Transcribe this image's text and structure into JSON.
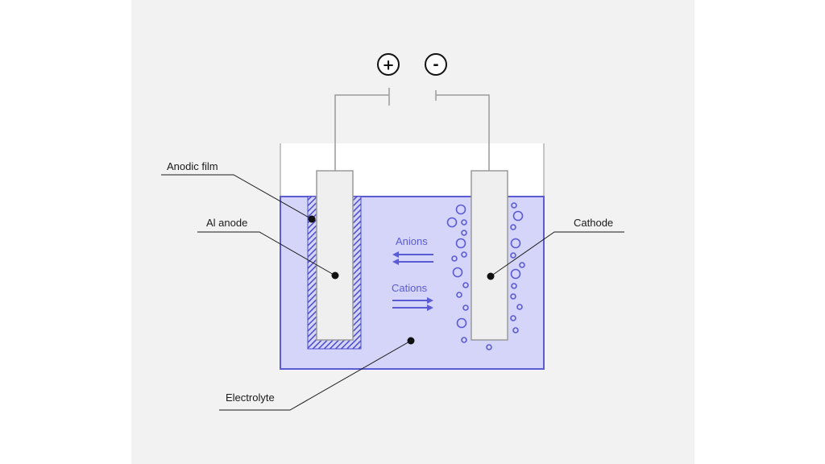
{
  "terminals": {
    "positive": "+",
    "negative": "-"
  },
  "labels": {
    "anodic_film": "Anodic film",
    "al_anode": "Al anode",
    "cathode": "Cathode",
    "electrolyte": "Electrolyte",
    "anions": "Anions",
    "cations": "Cations"
  },
  "colors": {
    "background": "#f2f2f2",
    "electrolyte_fill": "#d4d5f8",
    "accent": "#5b5bd6",
    "electrode_fill": "#efefef",
    "wire": "#9a9a9a",
    "leader": "#1b1b1b"
  },
  "flow": {
    "anions_direction": "toward-anode",
    "cations_direction": "toward-cathode"
  }
}
